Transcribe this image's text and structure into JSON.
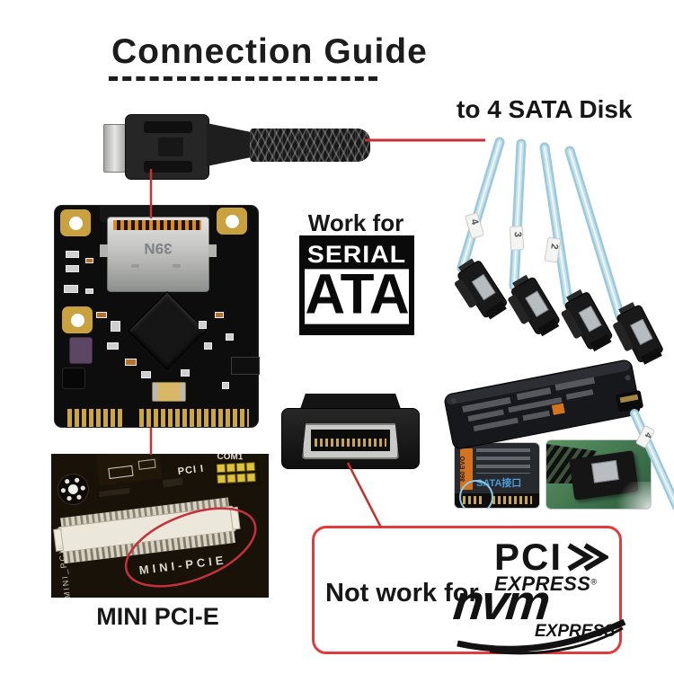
{
  "title": "Connection Guide",
  "connections": {
    "to_sata_label": "to 4 SATA Disk"
  },
  "compat": {
    "work_for": "Work for",
    "not_work_for": "Not work for"
  },
  "logos": {
    "serial_ata": {
      "top": "SERIAL",
      "bottom": "ATA"
    },
    "pci_express": {
      "name": "PCI",
      "sub": "EXPRESS",
      "reg": "®"
    },
    "nvm_express": {
      "name": "nvm",
      "sub": "EXPRESS",
      "reg": "®"
    }
  },
  "card": {
    "connector_marking": "39N"
  },
  "motherboard": {
    "slot_silkscreen": "MINI-PCIE",
    "label_pci": "PCI I",
    "label_com": "COM1",
    "edge_silkscreen": "MINI_PCIE",
    "caption": "MINI PCI-E"
  },
  "ssd": {
    "model_stripe": "860 EVO",
    "port_label": "SATA接口",
    "cable_tag": "4"
  },
  "sata_cables": {
    "tags": [
      "4",
      "3",
      "2"
    ]
  },
  "colors": {
    "accent_blue": "#1a1acc",
    "line_red": "#c53232",
    "box_border_red": "#e23b3b",
    "cable_blue": "#aed6e6"
  }
}
